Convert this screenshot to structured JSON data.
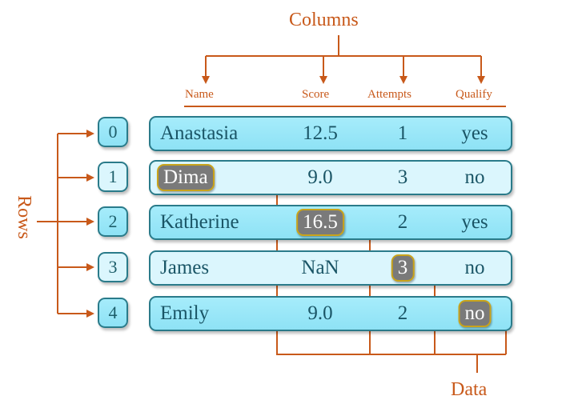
{
  "titles": {
    "columns": "Columns",
    "rows": "Rows",
    "data": "Data"
  },
  "columns": [
    "Name",
    "Score",
    "Attempts",
    "Qualify"
  ],
  "index": [
    "0",
    "1",
    "2",
    "3",
    "4"
  ],
  "rows": [
    {
      "name": "Anastasia",
      "score": "12.5",
      "attempts": "1",
      "qualify": "yes"
    },
    {
      "name": "Dima",
      "score": "9.0",
      "attempts": "3",
      "qualify": "no"
    },
    {
      "name": "Katherine",
      "score": "16.5",
      "attempts": "2",
      "qualify": "yes"
    },
    {
      "name": "James",
      "score": "NaN",
      "attempts": "3",
      "qualify": "no"
    },
    {
      "name": "Emily",
      "score": "9.0",
      "attempts": "2",
      "qualify": "no"
    }
  ],
  "colors": {
    "annotation": "#c8591a",
    "row_dark": "#a6ecfb",
    "row_light": "#dbf6fd",
    "border": "#2a7b8a",
    "highlight": "#7a7a7a"
  }
}
